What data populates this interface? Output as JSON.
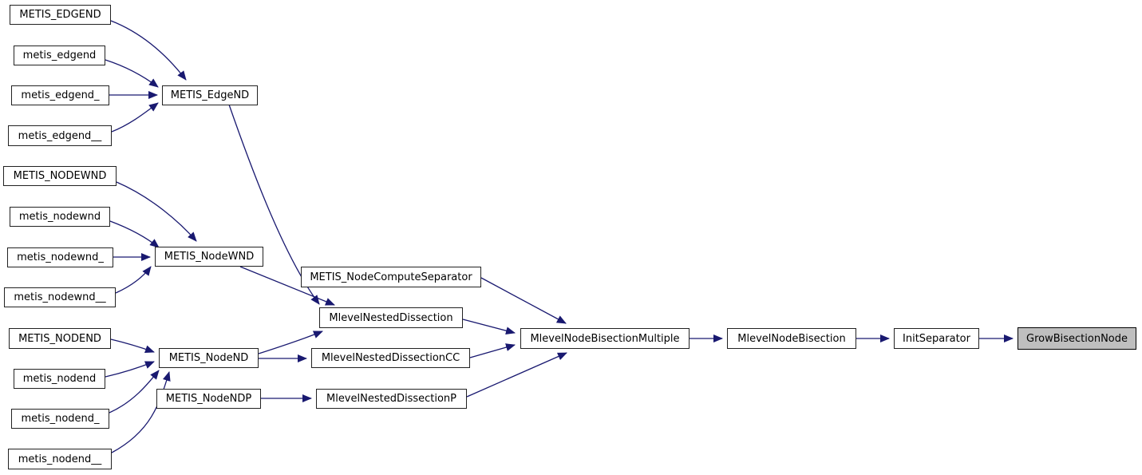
{
  "diagram": {
    "type": "call-graph",
    "direction": "left-to-right",
    "highlighted_node": "GrowBisectionNode",
    "colors": {
      "background": "#ffffff",
      "edge": "#191970",
      "node_fill": "#ffffff",
      "node_border": "#222222",
      "highlight_fill": "#bfbfbf",
      "text": "#000000"
    },
    "nodes": [
      {
        "id": "METIS_EDGEND",
        "label": "METIS_EDGEND",
        "highlighted": false
      },
      {
        "id": "metis_edgend",
        "label": "metis_edgend",
        "highlighted": false
      },
      {
        "id": "metis_edgend_",
        "label": "metis_edgend_",
        "highlighted": false
      },
      {
        "id": "metis_edgend__",
        "label": "metis_edgend__",
        "highlighted": false
      },
      {
        "id": "METIS_EdgeND",
        "label": "METIS_EdgeND",
        "highlighted": false
      },
      {
        "id": "METIS_NODEWND",
        "label": "METIS_NODEWND",
        "highlighted": false
      },
      {
        "id": "metis_nodewnd",
        "label": "metis_nodewnd",
        "highlighted": false
      },
      {
        "id": "metis_nodewnd_",
        "label": "metis_nodewnd_",
        "highlighted": false
      },
      {
        "id": "metis_nodewnd__",
        "label": "metis_nodewnd__",
        "highlighted": false
      },
      {
        "id": "METIS_NodeWND",
        "label": "METIS_NodeWND",
        "highlighted": false
      },
      {
        "id": "METIS_NODEND",
        "label": "METIS_NODEND",
        "highlighted": false
      },
      {
        "id": "metis_nodend",
        "label": "metis_nodend",
        "highlighted": false
      },
      {
        "id": "metis_nodend_",
        "label": "metis_nodend_",
        "highlighted": false
      },
      {
        "id": "metis_nodend__",
        "label": "metis_nodend__",
        "highlighted": false
      },
      {
        "id": "METIS_NodeND",
        "label": "METIS_NodeND",
        "highlighted": false
      },
      {
        "id": "METIS_NodeNDP",
        "label": "METIS_NodeNDP",
        "highlighted": false
      },
      {
        "id": "METIS_NodeComputeSeparator",
        "label": "METIS_NodeComputeSeparator",
        "highlighted": false
      },
      {
        "id": "MlevelNestedDissection",
        "label": "MlevelNestedDissection",
        "highlighted": false
      },
      {
        "id": "MlevelNestedDissectionCC",
        "label": "MlevelNestedDissectionCC",
        "highlighted": false
      },
      {
        "id": "MlevelNestedDissectionP",
        "label": "MlevelNestedDissectionP",
        "highlighted": false
      },
      {
        "id": "MlevelNodeBisectionMultiple",
        "label": "MlevelNodeBisectionMultiple",
        "highlighted": false
      },
      {
        "id": "MlevelNodeBisection",
        "label": "MlevelNodeBisection",
        "highlighted": false
      },
      {
        "id": "InitSeparator",
        "label": "InitSeparator",
        "highlighted": false
      },
      {
        "id": "GrowBisectionNode",
        "label": "GrowBisectionNode",
        "highlighted": true
      }
    ],
    "edges": [
      {
        "from": "METIS_EDGEND",
        "to": "METIS_EdgeND"
      },
      {
        "from": "metis_edgend",
        "to": "METIS_EdgeND"
      },
      {
        "from": "metis_edgend_",
        "to": "METIS_EdgeND"
      },
      {
        "from": "metis_edgend__",
        "to": "METIS_EdgeND"
      },
      {
        "from": "METIS_EdgeND",
        "to": "MlevelNestedDissection"
      },
      {
        "from": "METIS_NODEWND",
        "to": "METIS_NodeWND"
      },
      {
        "from": "metis_nodewnd",
        "to": "METIS_NodeWND"
      },
      {
        "from": "metis_nodewnd_",
        "to": "METIS_NodeWND"
      },
      {
        "from": "metis_nodewnd__",
        "to": "METIS_NodeWND"
      },
      {
        "from": "METIS_NodeWND",
        "to": "MlevelNestedDissection"
      },
      {
        "from": "METIS_NODEND",
        "to": "METIS_NodeND"
      },
      {
        "from": "metis_nodend",
        "to": "METIS_NodeND"
      },
      {
        "from": "metis_nodend_",
        "to": "METIS_NodeND"
      },
      {
        "from": "metis_nodend__",
        "to": "METIS_NodeND"
      },
      {
        "from": "METIS_NodeND",
        "to": "MlevelNestedDissection"
      },
      {
        "from": "METIS_NodeND",
        "to": "MlevelNestedDissectionCC"
      },
      {
        "from": "METIS_NodeNDP",
        "to": "MlevelNestedDissectionP"
      },
      {
        "from": "METIS_NodeComputeSeparator",
        "to": "MlevelNodeBisectionMultiple"
      },
      {
        "from": "MlevelNestedDissection",
        "to": "MlevelNodeBisectionMultiple"
      },
      {
        "from": "MlevelNestedDissectionCC",
        "to": "MlevelNodeBisectionMultiple"
      },
      {
        "from": "MlevelNestedDissectionP",
        "to": "MlevelNodeBisectionMultiple"
      },
      {
        "from": "MlevelNodeBisectionMultiple",
        "to": "MlevelNodeBisection"
      },
      {
        "from": "MlevelNodeBisection",
        "to": "InitSeparator"
      },
      {
        "from": "InitSeparator",
        "to": "GrowBisectionNode"
      }
    ]
  }
}
